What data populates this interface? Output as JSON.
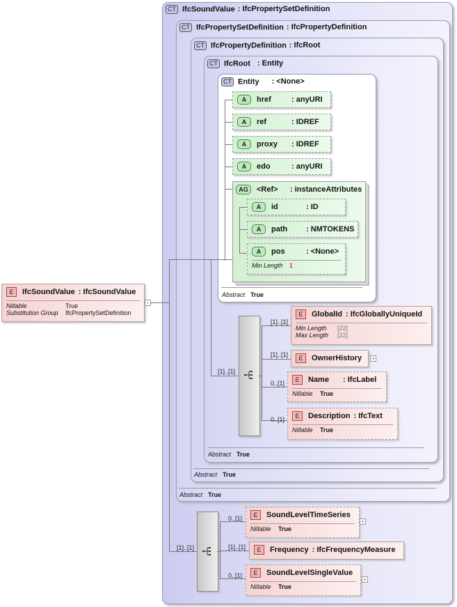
{
  "root": {
    "badge": "E",
    "name": "IfcSoundValue",
    "type": ": IfcSoundValue",
    "props": [
      {
        "key": "Nillable",
        "value": "True"
      },
      {
        "key": "Substitution Group",
        "value": "IfcPropertySetDefinition"
      }
    ],
    "collapse": "−"
  },
  "ct_levels": [
    {
      "badge": "CT",
      "name": "IfcSoundValue",
      "base": ": IfcPropertySetDefinition"
    },
    {
      "badge": "CT",
      "name": "IfcPropertySetDefinition",
      "base": ": IfcPropertyDefinition"
    },
    {
      "badge": "CT",
      "name": "IfcPropertyDefinition",
      "base": ": IfcRoot"
    },
    {
      "badge": "CT",
      "name": "IfcRoot",
      "base": ": Entity"
    },
    {
      "badge": "CT",
      "name": "Entity",
      "base": ": <None>"
    }
  ],
  "entity_attrs": [
    {
      "badge": "A",
      "name": "href",
      "type": ": anyURI"
    },
    {
      "badge": "A",
      "name": "ref",
      "type": ": IDREF"
    },
    {
      "badge": "A",
      "name": "proxy",
      "type": ": IDREF"
    },
    {
      "badge": "A",
      "name": "edo",
      "type": ": anyURI"
    }
  ],
  "attr_group": {
    "badge": "AG",
    "name": "<Ref>",
    "type": ": instanceAttributes",
    "attrs": [
      {
        "badge": "A",
        "name": "id",
        "type": ": ID"
      },
      {
        "badge": "A",
        "name": "path",
        "type": ": NMTOKENS"
      },
      {
        "badge": "A",
        "name": "pos",
        "type": ": <None>",
        "facet_key": "Min Length",
        "facet_value": "1"
      }
    ]
  },
  "abstract": {
    "key": "Abstract",
    "value": "True"
  },
  "root_seq": {
    "card": "[1]..[1]",
    "elements": [
      {
        "card": "[1]..[1]",
        "badge": "E",
        "name": "GlobalId",
        "type": ": IfcGloballyUniqueId",
        "props": [
          {
            "key": "Min Length",
            "value": "[22]"
          },
          {
            "key": "Max Length",
            "value": "[22]"
          }
        ]
      },
      {
        "card": "[1]..[1]",
        "badge": "E",
        "name": "OwnerHistory",
        "type": "",
        "props": [],
        "expand": "+"
      },
      {
        "card": "0..[1]",
        "badge": "E",
        "name": "Name",
        "type": ": IfcLabel",
        "props": [
          {
            "key": "Nillable",
            "value": "True"
          }
        ]
      },
      {
        "card": "0..[1]",
        "badge": "E",
        "name": "Description",
        "type": ": IfcText",
        "props": [
          {
            "key": "Nillable",
            "value": "True"
          }
        ]
      }
    ]
  },
  "sound_seq": {
    "card": "[1]..[1]",
    "elements": [
      {
        "card": "0..[1]",
        "badge": "E",
        "name": "SoundLevelTimeSeries",
        "type": "",
        "props": [
          {
            "key": "Nillable",
            "value": "True"
          }
        ],
        "expand": "+"
      },
      {
        "card": "[1]..[1]",
        "badge": "E",
        "name": "Frequency",
        "type": ": IfcFrequencyMeasure",
        "props": []
      },
      {
        "card": "0..[1]",
        "badge": "E",
        "name": "SoundLevelSingleValue",
        "type": "",
        "props": [
          {
            "key": "Nillable",
            "value": "True"
          }
        ],
        "expand": "+"
      }
    ]
  }
}
